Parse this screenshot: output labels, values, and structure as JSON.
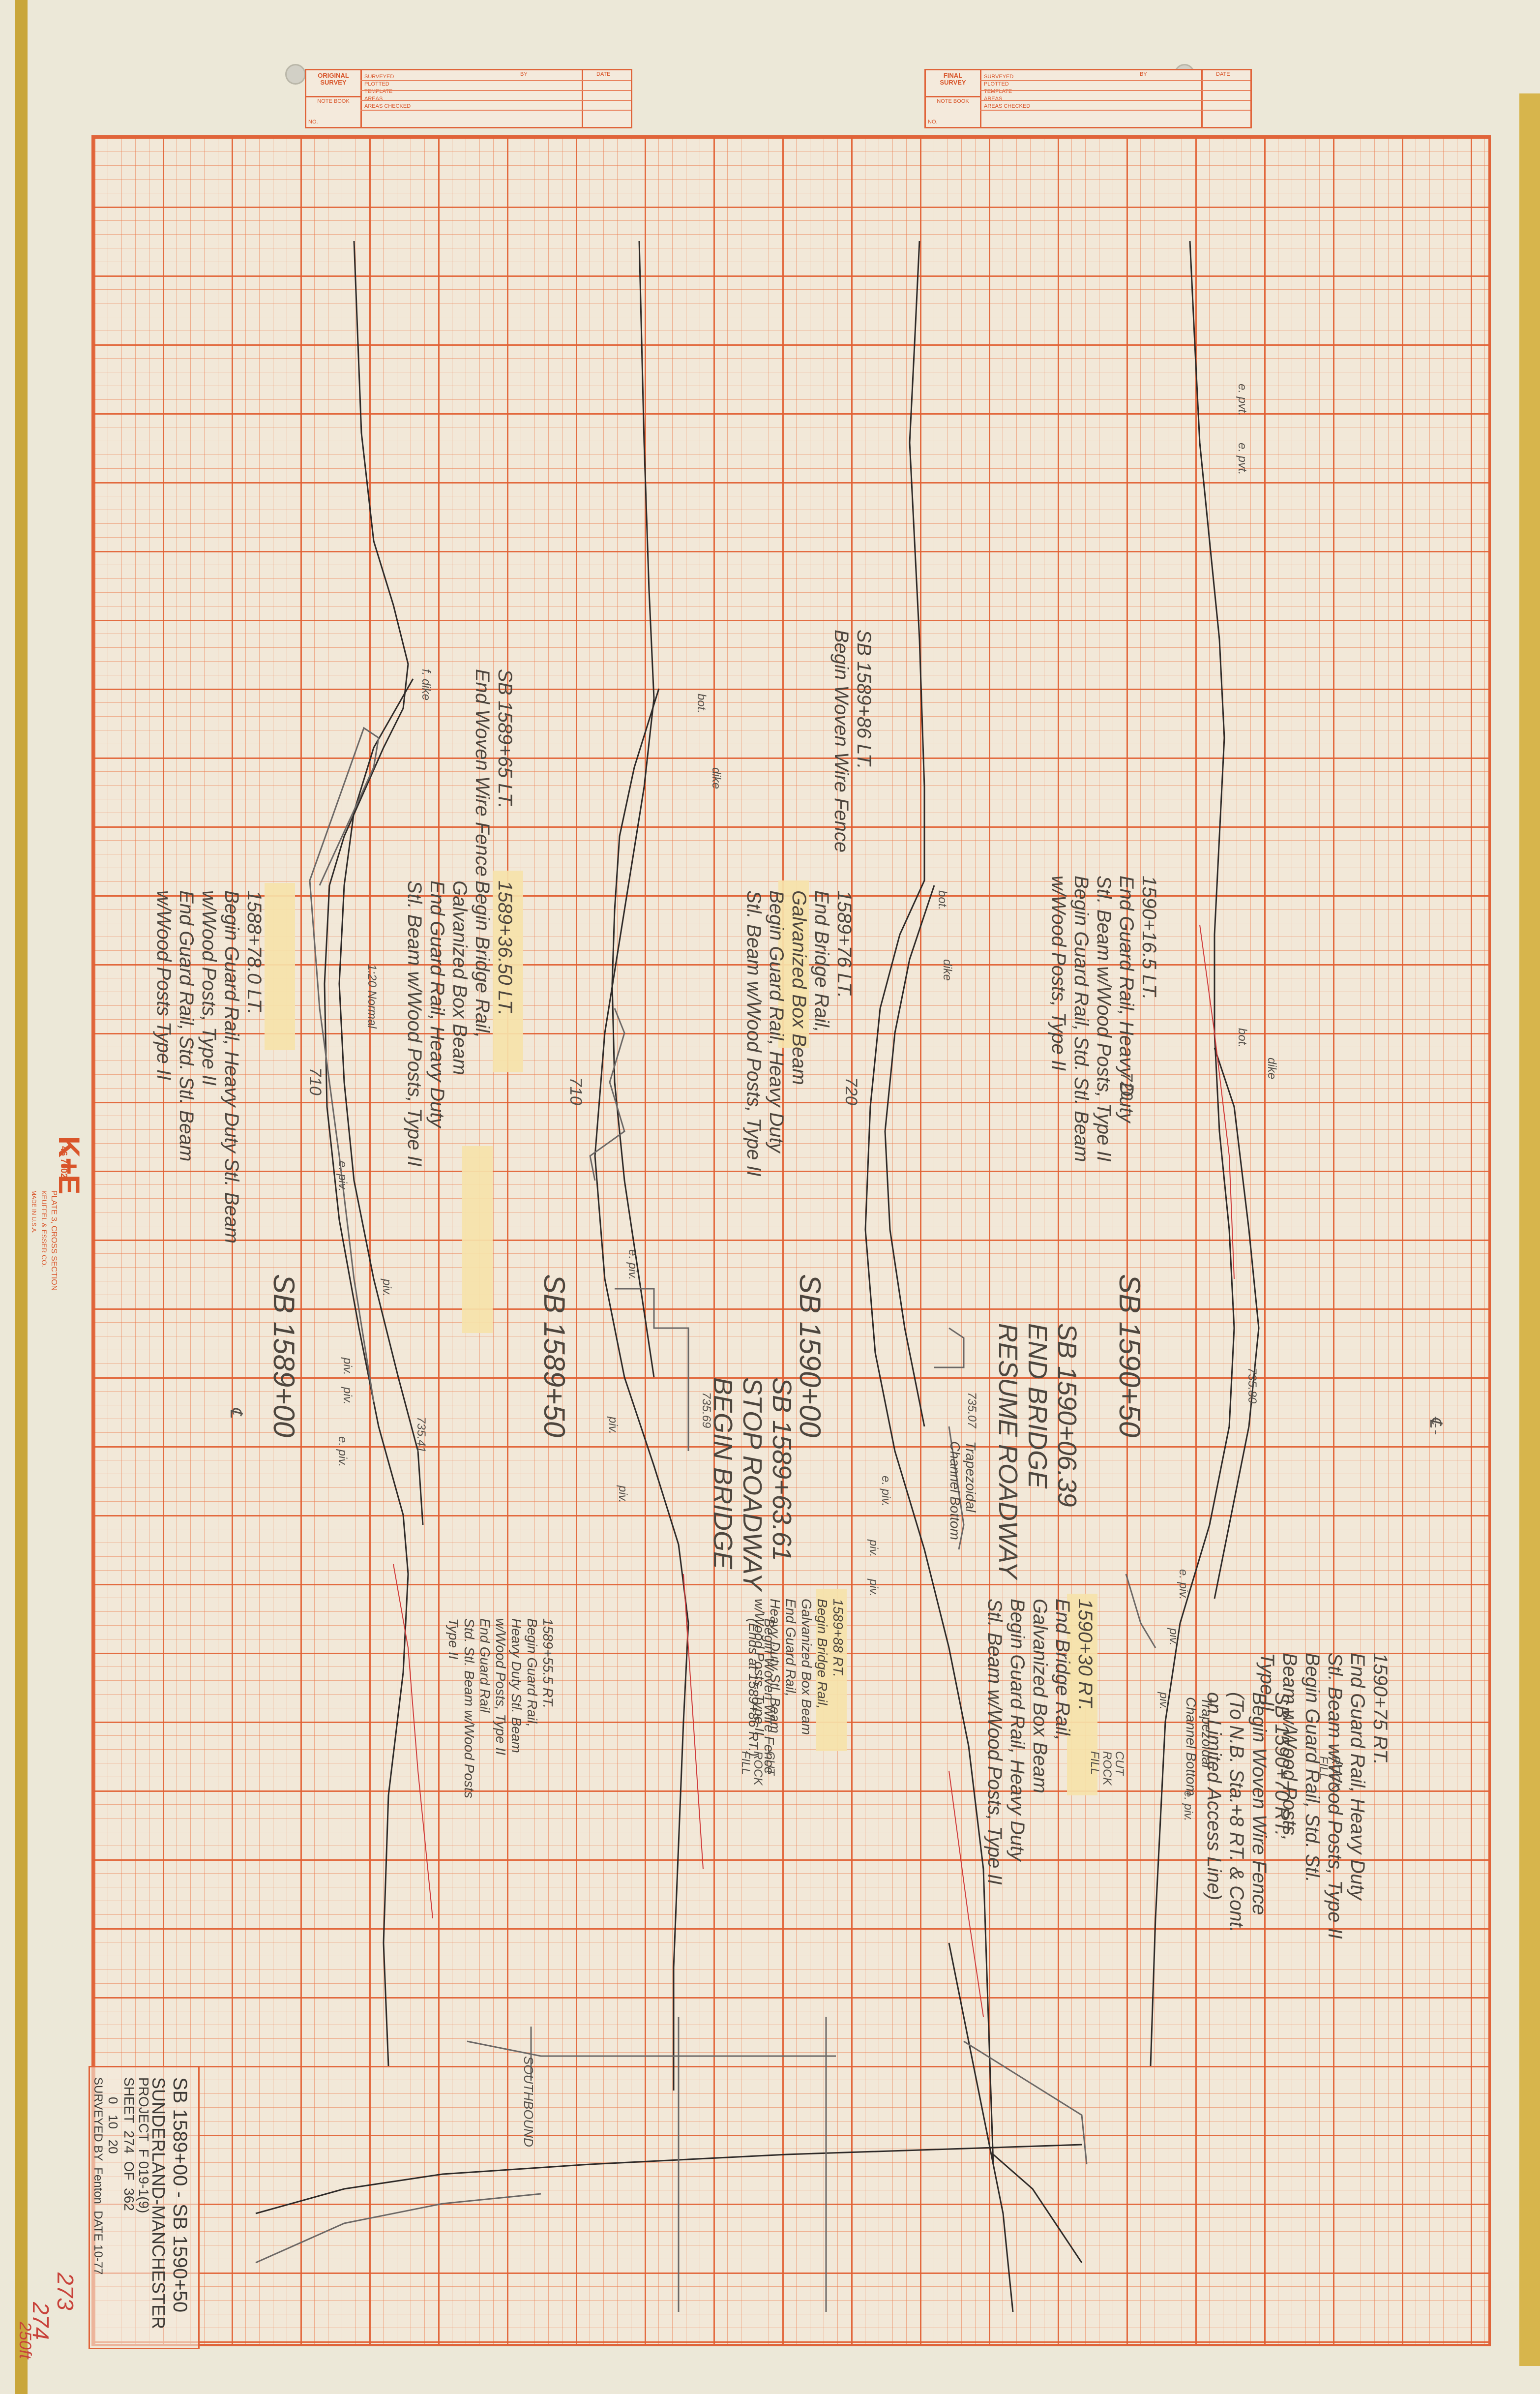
{
  "header": {
    "original_box": {
      "title": "ORIGINAL\nSURVEY",
      "note_book": "NOTE BOOK",
      "no": "NO.",
      "rows": [
        "SURVEYED",
        "PLOTTED",
        "TEMPLATE",
        "AREAS",
        "AREAS CHECKED"
      ],
      "by": "BY",
      "date": "DATE"
    },
    "final_box": {
      "title": "FINAL\nSURVEY",
      "note_book": "NOTE BOOK",
      "no": "NO.",
      "rows": [
        "SURVEYED",
        "PLOTTED",
        "TEMPLATE",
        "AREAS",
        "AREAS CHECKED"
      ],
      "by": "BY",
      "date": "DATE"
    }
  },
  "manufacturer": {
    "logo": "K+E",
    "line1": "PLATE 3, CROSS SECTION",
    "line2": "KEUFFEL & ESSER CO.",
    "catalog": "46 7002",
    "made_in": "MADE IN U.S.A."
  },
  "stations": {
    "s1": "SB 1589+00",
    "s2": "SB 1589+50",
    "s3": "SB 1590+00",
    "s4": "SB 1590+50"
  },
  "station_notes": {
    "s3_note": "SB 1589+63.61\nSTOP ROADWAY\nBEGIN BRIDGE",
    "s4_note": "SB 1590+06.39\nEND BRIDGE\nRESUME ROADWAY"
  },
  "annotations": {
    "a1": "SB 1589+65 LT.\nEnd Woven Wire Fence",
    "a2": "SB 1589+86 LT.\nBegin Woven Wire Fence",
    "a3": "1588+78.0 LT.\nBegin Guard Rail, Heavy Duty Stl. Beam\nw/Wood Posts, Type II\nEnd Guard Rail, Std. Stl. Beam\nw/Wood Posts Type II",
    "a4": "1589+36.50 LT.\nBegin Bridge Rail,\nGalvanized Box Beam\nEnd Guard Rail, Heavy Duty\nStl. Beam w/Wood Posts, Type II",
    "a5": "1589+76 LT.\nEnd Bridge Rail,\nGalvanized Box Beam\nBegin Guard Rail, Heavy Duty\nStl. Beam w/Wood Posts, Type II",
    "a6": "1590+16.5 LT.\nEnd Guard Rail, Heavy Duty\nStl. Beam w/Wood Posts, Type II\nBegin Guard Rail, Std. Stl. Beam\nw/Wood Posts, Type II",
    "a7": "1589+55.5 RT.\nBegin Guard Rail,\nHeavy Duty Stl. Beam\nw/Wood Posts, Type II\nEnd Guard Rail\nStd. Stl. Beam w/Wood Posts\nType II",
    "a8": "1589+88 RT.\nBegin Bridge Rail,\nGalvanized Box Beam\nEnd Guard Rail,\nHeavy Duty Stl. Beam\nw/Wood Posts, Type II",
    "a9": "1590+30 RT.\nEnd Bridge Rail,\nGalvanized Box Beam\nBegin Guard Rail, Heavy Duty\nStl. Beam w/Wood Posts, Type II",
    "a10": "1590+75 RT.\nEnd Guard Rail, Heavy Duty\nStl. Beam w/Wood Posts, Type II\nBegin Guard Rail, Std. Stl.\nBeam w/Wood Posts,\nType II",
    "a11": "SB 1590+70 RT.\nBegin Woven Wire Fence\n(To N.B. Sta.+8 RT. & Cont.\non Limited Access Line)",
    "a12": "Begin Woven Wire Fence\n(Ends at 1589+86 RT.)"
  },
  "labels": {
    "dike": "dike",
    "f_dike": "f. dike",
    "bot": "bot.",
    "e_pvt": "e. pvt.",
    "e_piv": "e. piv.",
    "piv": "piv.",
    "normal": "1:20 Normal",
    "cl": "℄",
    "elev1": "710",
    "elev2": "720",
    "cut": "CUT",
    "rock": "ROCK",
    "fill": "FILL",
    "channel": "Trapezoidal\nChannel Bottom",
    "south": "SOUTHBOUND",
    "grade1": "735.41",
    "grade2": "735.69",
    "grade3": "735.07",
    "grade4": "735.80"
  },
  "title_block": {
    "line1": "SB 1589+00 - SB 1590+50",
    "line2": "SUNDERLAND-MANCHESTER",
    "line3": "PROJECT  F 019-1(9)",
    "line4": "SHEET  274  OF  362",
    "scale": "0   10   20",
    "surveyed": "SURVEYED BY  Fenton  DATE 10-77"
  },
  "red_notes": {
    "n1": "273",
    "n2": "274",
    "n3": "250ft"
  }
}
